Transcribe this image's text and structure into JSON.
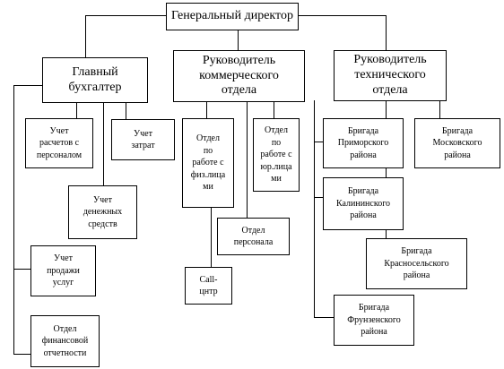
{
  "diagram": {
    "nodes": {
      "ceo": "Генеральный директор",
      "chief_accountant": "Главный\nбухгалтер",
      "commercial_head": "Руководитель\nкоммерческого\nотдела",
      "technical_head": "Руководитель\nтехнического\nотдела",
      "payroll_accounting": "Учет\nрасчетов с\nперсоналом",
      "cost_accounting": "Учет\nзатрат",
      "cash_accounting": "Учет\nденежных\nсредств",
      "sales_accounting": "Учет\nпродажи\nуслуг",
      "financial_reporting": "Отдел\nфинансовой\nотчетности",
      "individuals_dept": "Отдел\nпо\nработе с\nфиз.лица\nми",
      "legal_entities_dept": "Отдел\nпо\nработе с\nюр.лица\nми",
      "hr_dept": "Отдел\nперсонала",
      "call_center": "Call-\nцнтр",
      "team_primorsky": "Бригада\nПриморского\nрайона",
      "team_moskovsky": "Бригада\nМосковского\nрайона",
      "team_kalininsky": "Бригада\nКалининского\nрайона",
      "team_krasnoselsky": "Бригада\nКрасносельского\nрайона",
      "team_frunzensky": "Бригада\nФрунзенского\nрайона"
    }
  }
}
